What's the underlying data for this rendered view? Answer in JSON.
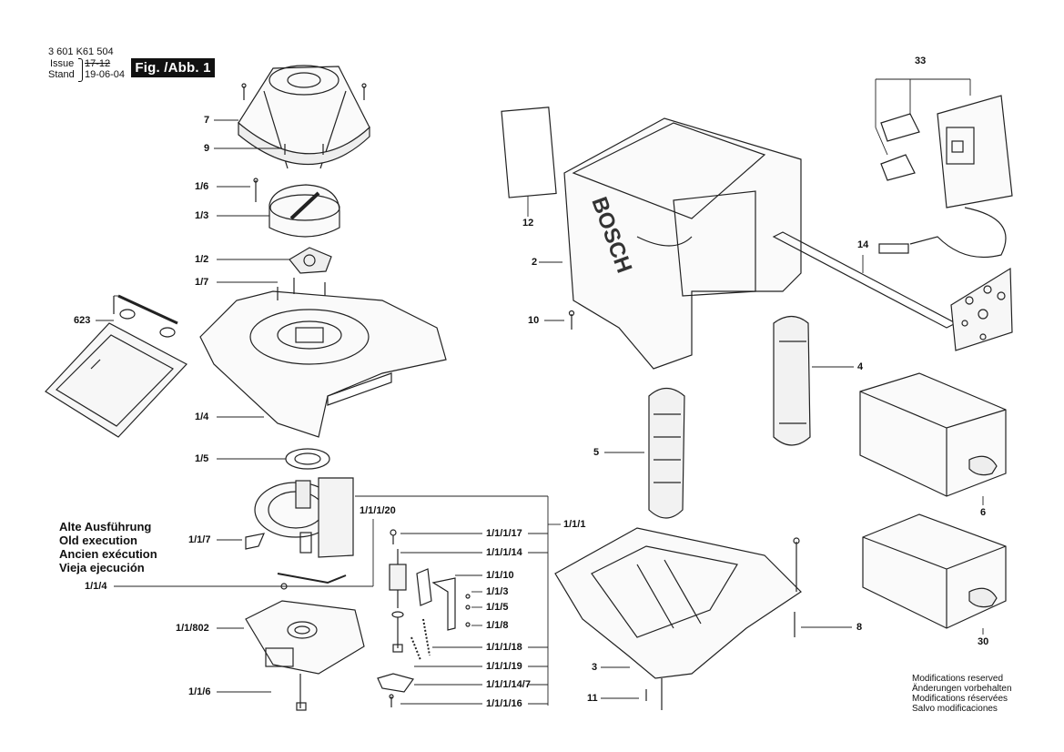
{
  "header": {
    "part_number": "3 601 K61 504",
    "issue_label": "Issue",
    "issue_value": "17-12",
    "stand_label": "Stand",
    "stand_value": "19-06-04",
    "figure_badge": "Fig. /Abb. 1"
  },
  "callouts": {
    "c7": "7",
    "c9": "9",
    "c1_6": "1/6",
    "c1_3": "1/3",
    "c1_2": "1/2",
    "c1_7": "1/7",
    "c623": "623",
    "c1_4": "1/4",
    "c1_5": "1/5",
    "c1_1_7": "1/1/7",
    "c1_1_4": "1/1/4",
    "c1_1_802": "1/1/802",
    "c1_1_6": "1/1/6",
    "c1_1_1_20": "1/1/1/20",
    "c1_1_1_17": "1/1/1/17",
    "c1_1_1_14": "1/1/1/14",
    "c1_1_10": "1/1/10",
    "c1_1_3": "1/1/3",
    "c1_1_5": "1/1/5",
    "c1_1_8": "1/1/8",
    "c1_1_1_18": "1/1/1/18",
    "c1_1_1_19": "1/1/1/19",
    "c1_1_1_14_7": "1/1/1/14/7",
    "c1_1_1_16": "1/1/1/16",
    "c1_1_1": "1/1/1",
    "c12": "12",
    "c2": "2",
    "c10": "10",
    "c5": "5",
    "c4": "4",
    "c3": "3",
    "c11": "11",
    "c8": "8",
    "c33": "33",
    "c14": "14",
    "c6": "6",
    "c30": "30"
  },
  "old_version_note": [
    "Alte Ausführung",
    "Old execution",
    "Ancien exécution",
    "Vieja ejecución"
  ],
  "brand_mark": "BOSCH",
  "footer_note": [
    "Modifications reserved",
    "Änderungen vorbehalten",
    "Modifications réservées",
    "Salvo modificaciones"
  ]
}
